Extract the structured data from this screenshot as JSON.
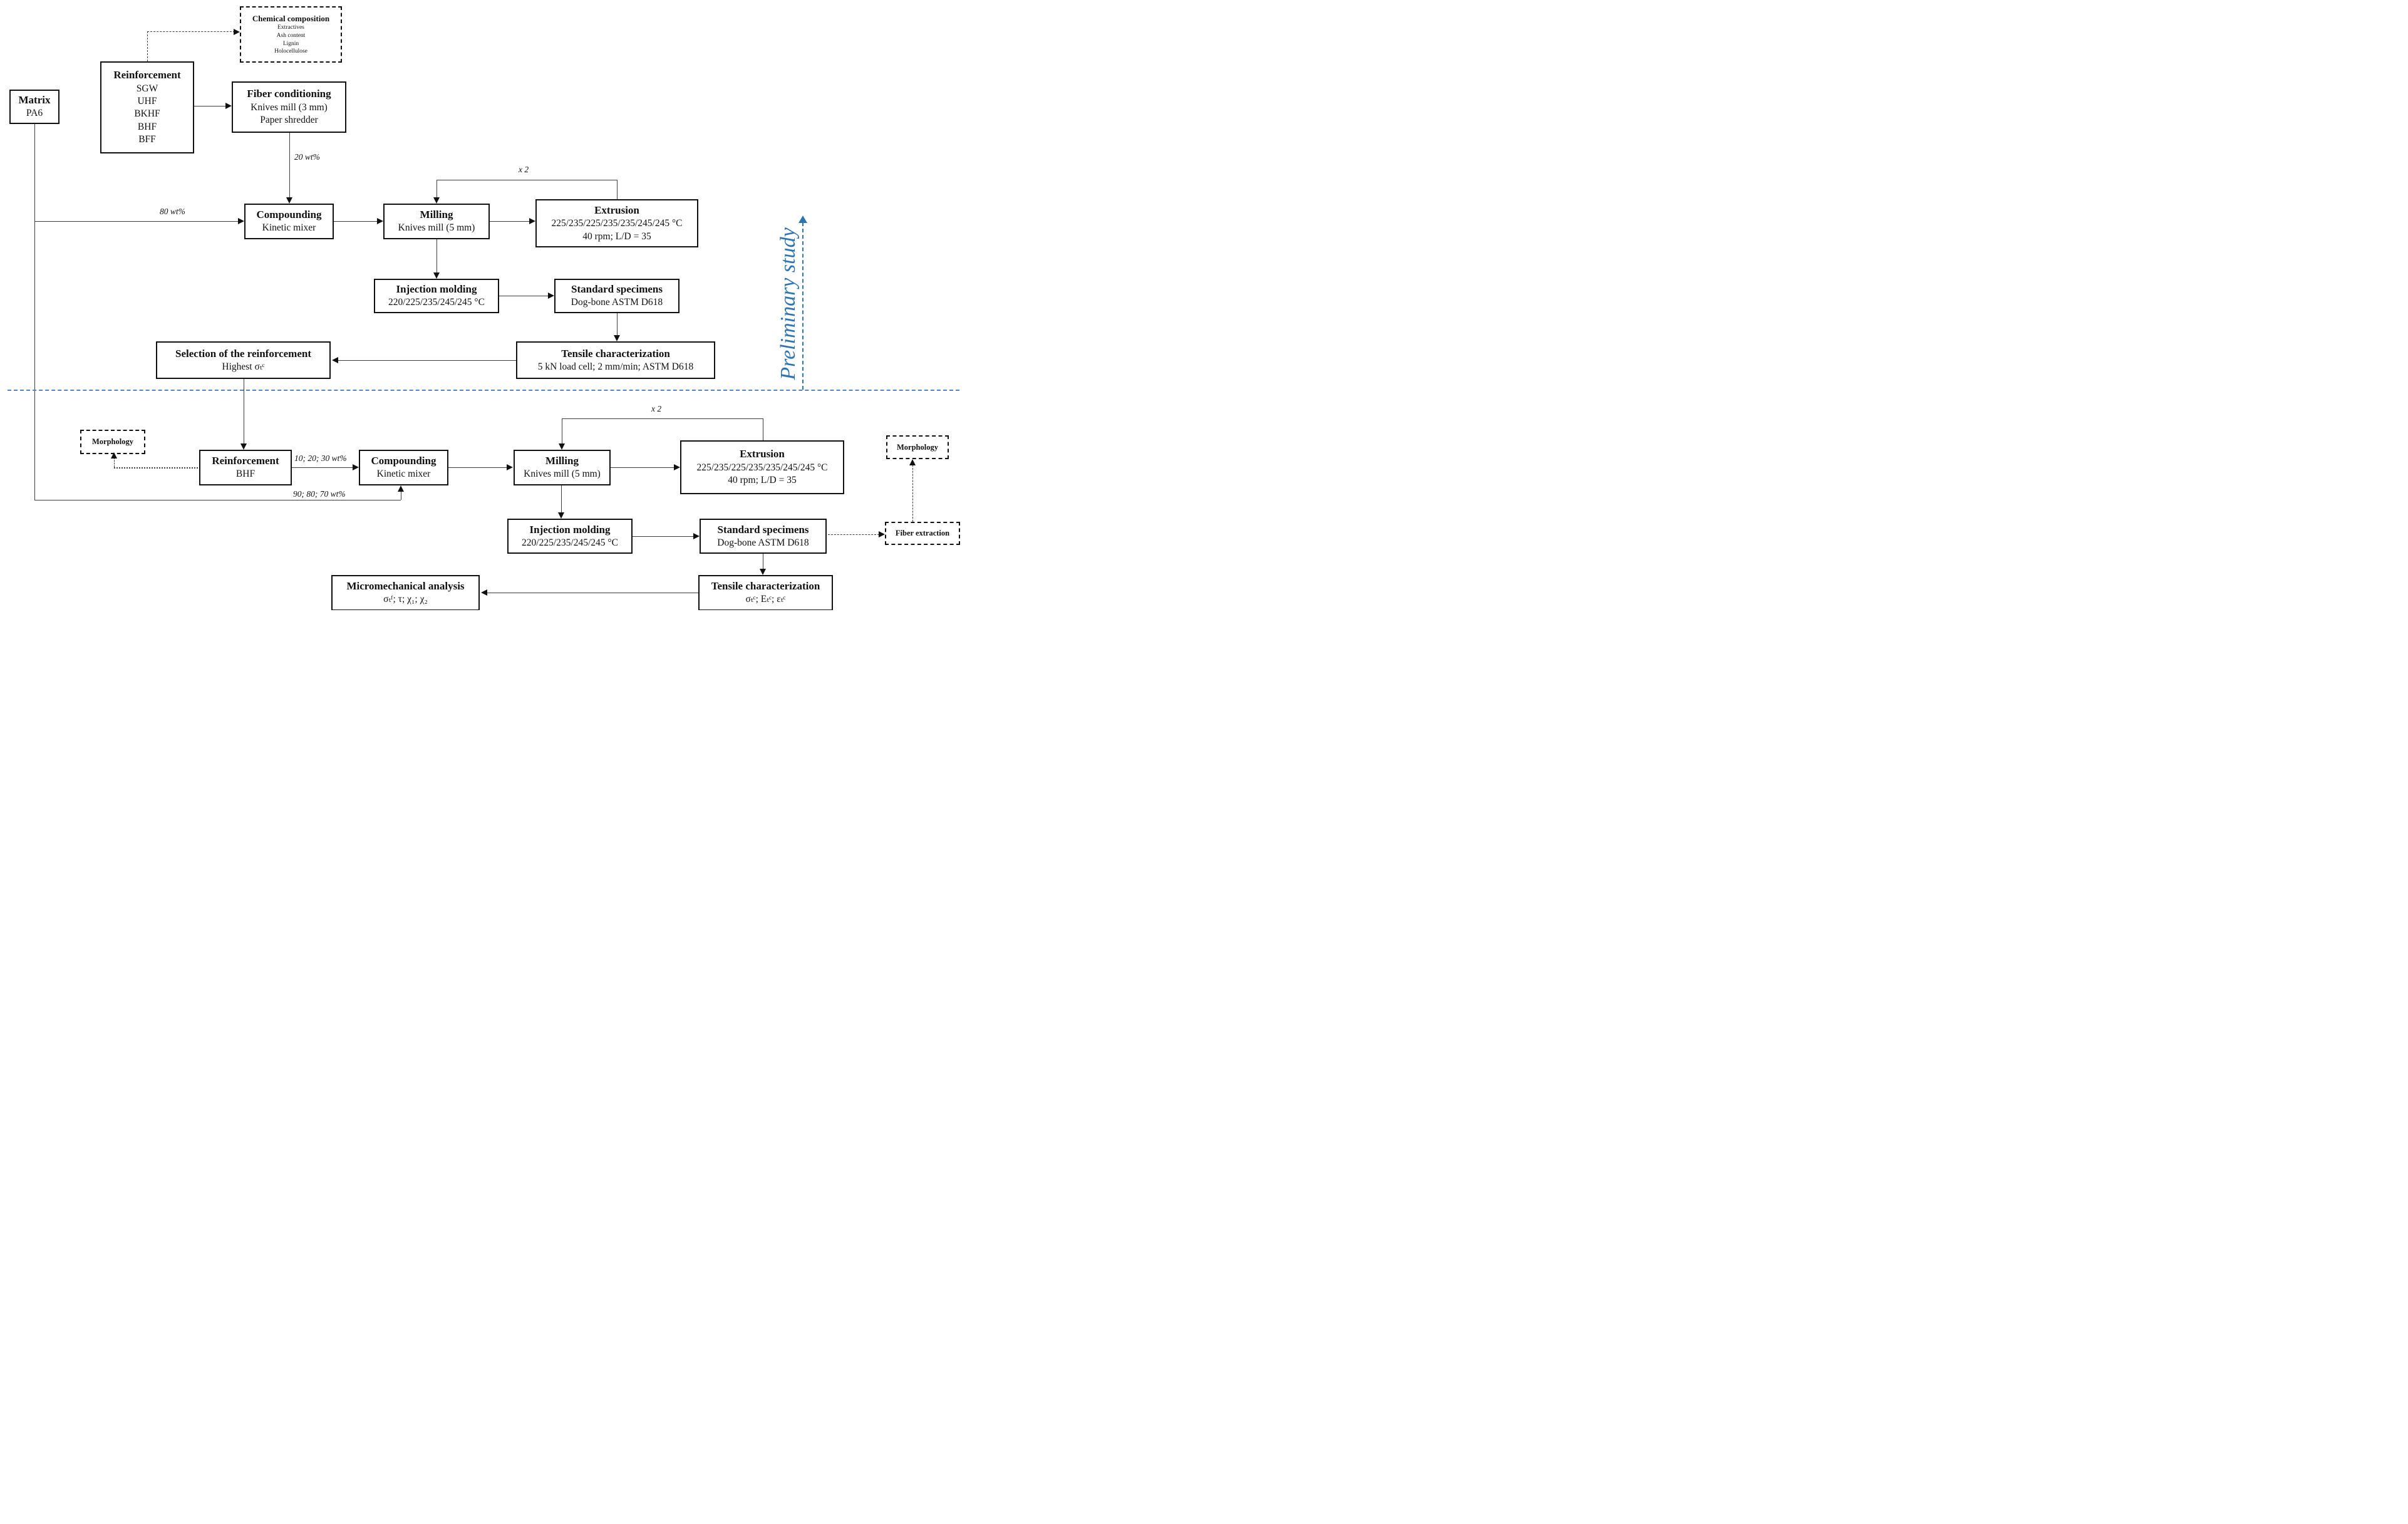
{
  "colors": {
    "accent_blue": "#2E74B5",
    "divider_blue": "#4E86CA",
    "line": "#3D3D3D"
  },
  "preliminary": {
    "side_label": "Preliminary study",
    "matrix": {
      "title": "Matrix",
      "subtitle": "PA6"
    },
    "reinforcement": {
      "title": "Reinforcement",
      "items": [
        "SGW",
        "UHF",
        "BKHF",
        "BHF",
        "BFF"
      ]
    },
    "chemical": {
      "title": "Chemical composition",
      "items": [
        "Extractives",
        "Ash content",
        "Lignin",
        "Holocellulose"
      ]
    },
    "fiber_conditioning": {
      "title": "Fiber conditioning",
      "lines": [
        "Knives mill (3 mm)",
        "Paper shredder"
      ]
    },
    "compounding": {
      "title": "Compounding",
      "lines": [
        "Kinetic mixer"
      ]
    },
    "milling": {
      "title": "Milling",
      "lines": [
        "Knives mill (5 mm)"
      ]
    },
    "extrusion": {
      "title": "Extrusion",
      "lines": [
        "225/235/225/235/235/245/245 °C",
        "40 rpm; L/D = 35"
      ]
    },
    "injection_molding": {
      "title": "Injection molding",
      "lines": [
        "220/225/235/245/245 °C"
      ]
    },
    "standard_specimens": {
      "title": "Standard specimens",
      "lines": [
        "Dog-bone ASTM D618"
      ]
    },
    "tensile": {
      "title": "Tensile characterization",
      "lines": [
        "5 kN load cell; 2 mm/min; ASTM D618"
      ]
    },
    "selection": {
      "title": "Selection of the reinforcement",
      "lines": [
        "Highest σₜᶜ"
      ]
    },
    "labels": {
      "fiber_fraction": "20 wt%",
      "matrix_fraction": "80 wt%",
      "repeat": "x 2"
    }
  },
  "main": {
    "morphology_left": {
      "title": "Morphology"
    },
    "reinforcement": {
      "title": "Reinforcement",
      "lines": [
        "BHF"
      ]
    },
    "compounding": {
      "title": "Compounding",
      "lines": [
        "Kinetic mixer"
      ]
    },
    "milling": {
      "title": "Milling",
      "lines": [
        "Knives mill (5 mm)"
      ]
    },
    "extrusion": {
      "title": "Extrusion",
      "lines": [
        "225/235/225/235/235/245/245 °C",
        "40 rpm; L/D = 35"
      ]
    },
    "injection_molding": {
      "title": "Injection molding",
      "lines": [
        "220/225/235/245/245 °C"
      ]
    },
    "standard_specimens": {
      "title": "Standard specimens",
      "lines": [
        "Dog-bone ASTM D618"
      ]
    },
    "tensile": {
      "title": "Tensile characterization",
      "lines": [
        "σₜᶜ; Eₜᶜ; εₜᶜ"
      ]
    },
    "micromechanical": {
      "title": "Micromechanical analysis",
      "lines": [
        "σₜᶠ; τ; χ₁; χ₂"
      ]
    },
    "morphology_right": {
      "title": "Morphology"
    },
    "fiber_extraction": {
      "title": "Fiber extraction"
    },
    "labels": {
      "fiber_fraction": "10; 20; 30 wt%",
      "matrix_fraction": "90; 80; 70 wt%",
      "repeat": "x 2"
    }
  }
}
